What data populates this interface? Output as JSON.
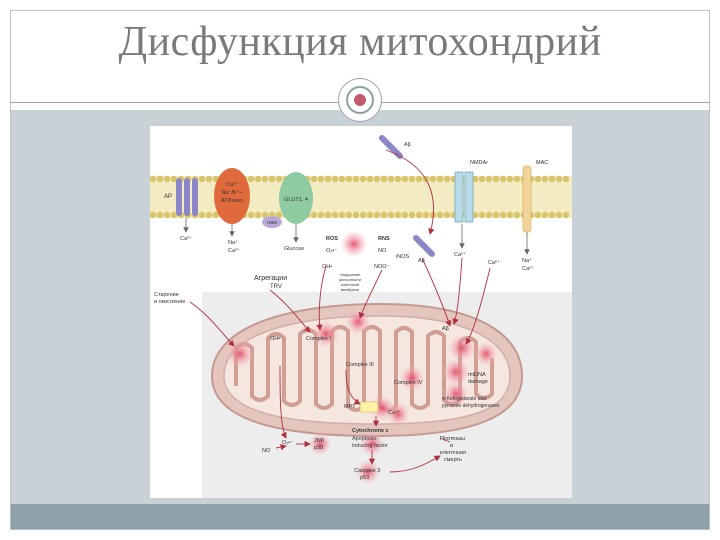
{
  "slide": {
    "title": "Дисфункция митохондрий"
  },
  "diagram": {
    "channels": {
      "ap_left": "AP",
      "atpases": [
        "Ca²⁺",
        "Na⁺/K⁺–",
        "ATPases"
      ],
      "glut": "GLUT1, 4",
      "hbm": "HBM",
      "nmdar": "NMDAr",
      "mac": "MAC",
      "ap_top": "Aβ"
    },
    "ions": {
      "left_ca": "Ca²⁺",
      "na_ca_left": [
        "Na⁺",
        "Ca²⁺"
      ],
      "glucose": "Glucose",
      "ros": "ROS",
      "rns": "RNS",
      "o2": "O₂•⁻",
      "no": "NO",
      "inos": "iNOS",
      "oh": "OH•",
      "onoo": "NOO⁻",
      "ab_right": "Aβ",
      "ca_nmdar": "Ca²⁺",
      "ca_right": "Ca²⁺",
      "na_ca_right": [
        "Na⁺",
        "Ca²⁺"
      ],
      "small_note": [
        "Нарушение",
        "целостности",
        "клеточной",
        "мембраны"
      ]
    },
    "labels": {
      "aging": "Агрегации",
      "trv": "TRV",
      "stress": [
        "Старение",
        "и окисление"
      ],
      "oh_inner": "OH•",
      "complex1": "Complex I",
      "complex3": "Complex III",
      "complex4": "Complex IV",
      "ab_mito": "Aβ",
      "mtdna": [
        "mtDNA",
        "damage"
      ],
      "kgdh": [
        "α-Ketoglutarate and",
        "pyruvate dehydrogenases"
      ],
      "mpt": "MPT",
      "ca_mito": "Ca²⁺",
      "cytc": "Cytochrome c",
      "apoptosis": [
        "Apoptosis-",
        "inducing factor"
      ],
      "no_bottom": "NO",
      "o2_bottom": "O₂•⁻",
      "jnk": [
        "JNK",
        "p38"
      ],
      "caspase": [
        "Caspase 3",
        "p53"
      ],
      "proteases": [
        "Протеазы",
        "и",
        "клеточная",
        "смерть"
      ]
    },
    "colors": {
      "membrane": "#e8d98a",
      "head": "#d8c46a",
      "mito_outer": "#c9a7a0",
      "mito_fill": "#f1e3dd",
      "hotspot": "#e0506a",
      "arrow": "#b03040"
    }
  }
}
